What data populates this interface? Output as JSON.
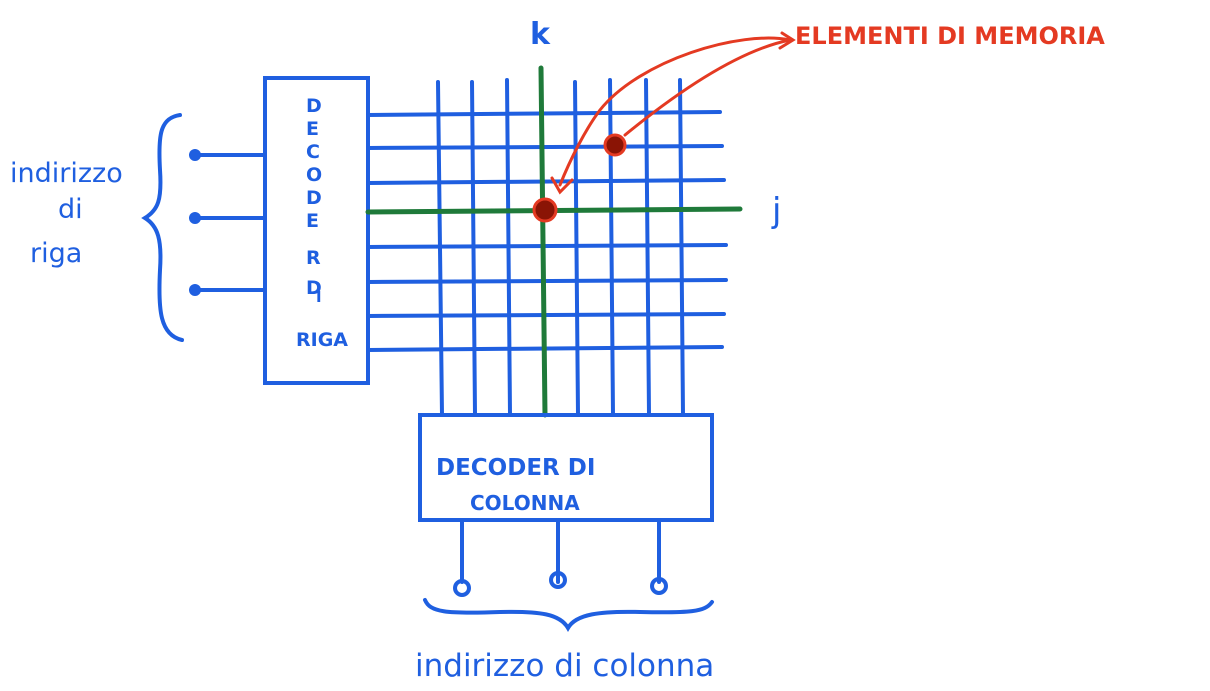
{
  "colors": {
    "background": "#ffffff",
    "ink_blue": "#1f5fe0",
    "ink_green": "#1f7a3a",
    "ink_red": "#e43a22",
    "dot_dark": "#7a1206"
  },
  "diagram": {
    "column_marker": "k",
    "row_marker": "j",
    "memory_label": "ELEMENTI DI MEMORIA",
    "row_address_label": [
      "indirizzo",
      "di",
      "riga"
    ],
    "row_decoder_letters": [
      "D",
      "E",
      "C",
      "O",
      "D",
      "E",
      "R",
      "D",
      "I",
      "RIGA"
    ],
    "column_decoder_lines": [
      "DECODER DI",
      "COLONNA"
    ],
    "column_address_label": "indirizzo di colonna"
  }
}
